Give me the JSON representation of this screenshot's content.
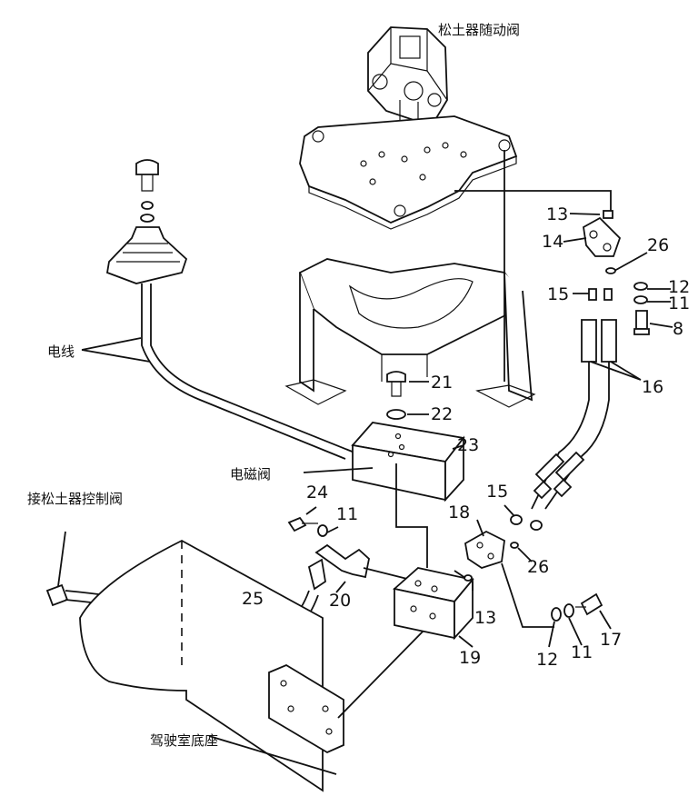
{
  "labels": {
    "servo_valve": "松土器随动阀",
    "wire": "电线",
    "solenoid_valve": "电磁阀",
    "to_ripper_control_valve": "接松土器控制阀",
    "cab_base": "驾驶室底座"
  },
  "part_numbers": {
    "p13_top": "13",
    "p14": "14",
    "p26_top": "26",
    "p12_top": "12",
    "p15_top": "15",
    "p11_top": "11",
    "p8": "8",
    "p16": "16",
    "p21": "21",
    "p22": "22",
    "p23": "23",
    "p24": "24",
    "p11_mid": "11",
    "p15_mid": "15",
    "p18": "18",
    "p26_mid": "26",
    "p20": "20",
    "p25": "25",
    "p13_bottom": "13",
    "p19": "19",
    "p12_bottom": "12",
    "p11_bottom": "11",
    "p17": "17"
  }
}
